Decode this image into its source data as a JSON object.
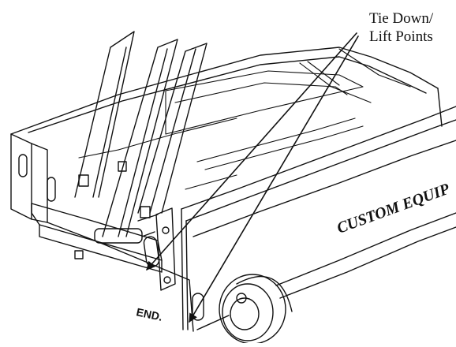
{
  "callout": {
    "lines": [
      "Tie Down/",
      "Lift Points"
    ]
  },
  "decal_text": "CUSTOM EQUIP",
  "plate_text": "END.",
  "icons": [
    "scissor-lift-chassis-drawing",
    "tie-down-lift-point-slot",
    "callout-leader-arrow",
    "wheel"
  ],
  "colors": {
    "line": "#111111",
    "paper": "#ffffff"
  }
}
